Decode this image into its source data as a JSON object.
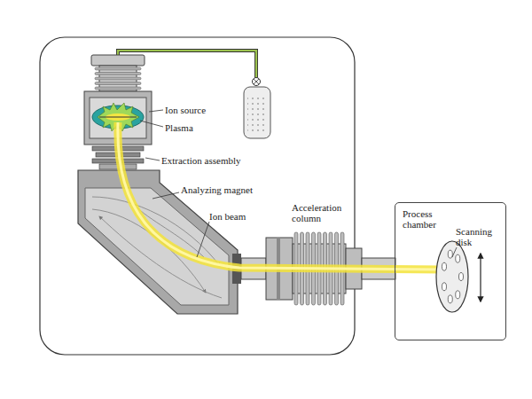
{
  "diagram": {
    "nodes": [
      {
        "text": [
          "Process chamber",
          "Scanning disk"
        ]
      }
    ],
    "labels": [
      "Ion source",
      "Plasma",
      "Extraction assembly",
      "Analyzing magnet",
      "Ion beam",
      "Acceleration column"
    ]
  }
}
